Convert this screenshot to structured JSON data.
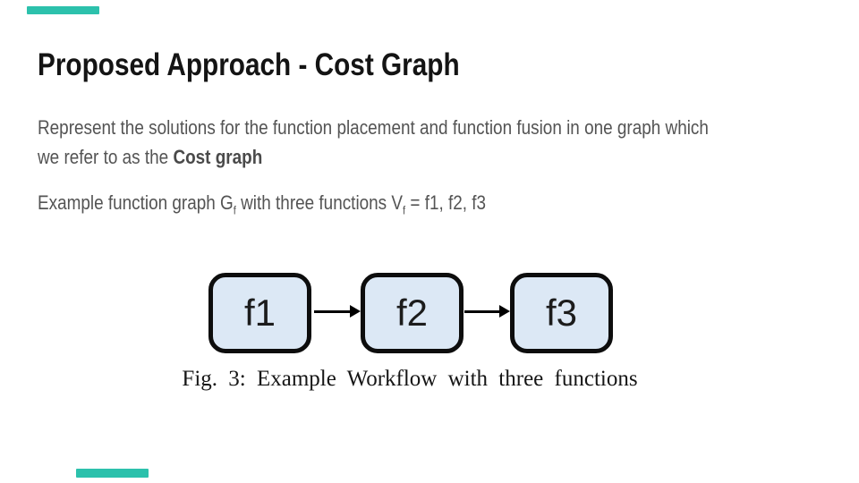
{
  "slide": {
    "background": "#ffffff",
    "accent_color": "#2cc1ac",
    "title": "Proposed Approach - Cost Graph",
    "paragraph1": {
      "line1": "Represent the solutions for the function placement and function fusion in one graph which",
      "line2_prefix": "we refer to as the ",
      "line2_bold": "Cost graph"
    },
    "paragraph2": {
      "part1": "Example function graph G",
      "sub1": "f",
      "part2": " with three functions V",
      "sub2": "f",
      "part3": " = f1, f2, f3"
    },
    "figure": {
      "nodes": [
        "f1",
        "f2",
        "f3"
      ],
      "edges": [
        {
          "from": "f1",
          "to": "f2"
        },
        {
          "from": "f2",
          "to": "f3"
        }
      ],
      "node_fill": "#dce8f5",
      "node_border": "#0d0d0d",
      "caption": "Fig. 3: Example Workflow with three functions"
    }
  }
}
